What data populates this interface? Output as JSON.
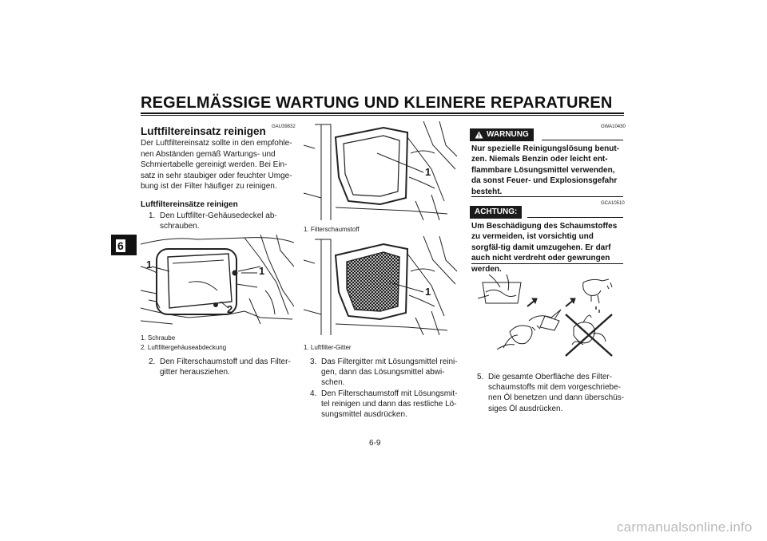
{
  "header": {
    "title": "REGELMÄSSIGE WARTUNG UND KLEINERE REPARATUREN"
  },
  "chapter_tab": {
    "number": "6"
  },
  "left_column": {
    "code": "GAU39832",
    "heading": "Luftfiltereinsatz reinigen",
    "intro": "Der Luftfiltereinsatz sollte in den empfohle-nen Abständen gemäß Wartungs- und Schmiertabelle gereinigt werden. Bei Ein-satz in sehr staubiger oder feuchter Umge-bung ist der Filter häufiger zu reinigen.",
    "subheading": "Luftfiltereinsätze reinigen",
    "step1_num": "1.",
    "step1_text": "Den Luftfilter-Gehäusedeckel ab-schrauben.",
    "figure": {
      "label_1a": "1",
      "label_1b": "1",
      "label_2": "2"
    },
    "caption1": "1. Schraube",
    "caption2": "2. Luftfiltergehäuseabdeckung",
    "step2_num": "2.",
    "step2_text": "Den Filterschaumstoff und das Filter-gitter herausziehen."
  },
  "middle_column": {
    "figure1_label": "1",
    "caption1": "1. Filterschaumstoff",
    "figure2_label": "1",
    "caption2": "1. Luftfilter-Gitter",
    "step3_num": "3.",
    "step3_text": "Das Filtergitter mit Lösungsmittel reini-gen, dann das Lösungsmittel abwi-schen.",
    "step4_num": "4.",
    "step4_text": "Den Filterschaumstoff mit Lösungsmit-tel reinigen und dann das restliche Lö-sungsmittel ausdrücken."
  },
  "right_column": {
    "warning_code": "GWA10430",
    "warning_label": "WARNUNG",
    "warning_text": "Nur spezielle Reinigungslösung benut-zen. Niemals Benzin oder leicht ent-flammbare Lösungsmittel verwenden, da sonst Feuer- und Explosionsgefahr besteht.",
    "caution_code": "GCA10510",
    "caution_label": "ACHTUNG:",
    "caution_text": "Um Beschädigung des Schaumstoffes zu vermeiden, ist vorsichtig und sorgfäl-tig damit umzugehen. Er darf auch nicht verdreht oder gewrungen werden.",
    "step5_num": "5.",
    "step5_text": "Die gesamte Oberfläche des Filter-schaumstoffs mit dem vorgeschriebe-nen Öl benetzen und dann überschüs-siges Öl ausdrücken."
  },
  "footer": {
    "page_number": "6-9",
    "watermark": "carmanualsonline.info"
  }
}
